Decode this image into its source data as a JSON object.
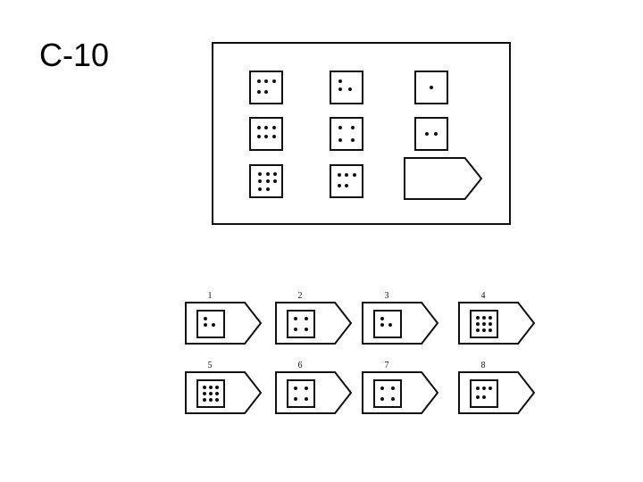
{
  "slide": {
    "title": "С-10"
  },
  "matrix": {
    "cells": [
      {
        "kind": "die",
        "dots": 5
      },
      {
        "kind": "die",
        "dots": 3
      },
      {
        "kind": "die",
        "dots": 1
      },
      {
        "kind": "die",
        "dots": 6
      },
      {
        "kind": "die",
        "dots": 4
      },
      {
        "kind": "die",
        "dots": 2
      },
      {
        "kind": "die",
        "dots": 8
      },
      {
        "kind": "die",
        "dots": 5
      },
      {
        "kind": "empty-arrow"
      }
    ]
  },
  "options": [
    {
      "label": "1",
      "dots": 3
    },
    {
      "label": "2",
      "dots": 4
    },
    {
      "label": "3",
      "dots": 3
    },
    {
      "label": "4",
      "dots": 9
    },
    {
      "label": "5",
      "dots": 9
    },
    {
      "label": "6",
      "dots": 4
    },
    {
      "label": "7",
      "dots": 4
    },
    {
      "label": "8",
      "dots": 5
    }
  ]
}
